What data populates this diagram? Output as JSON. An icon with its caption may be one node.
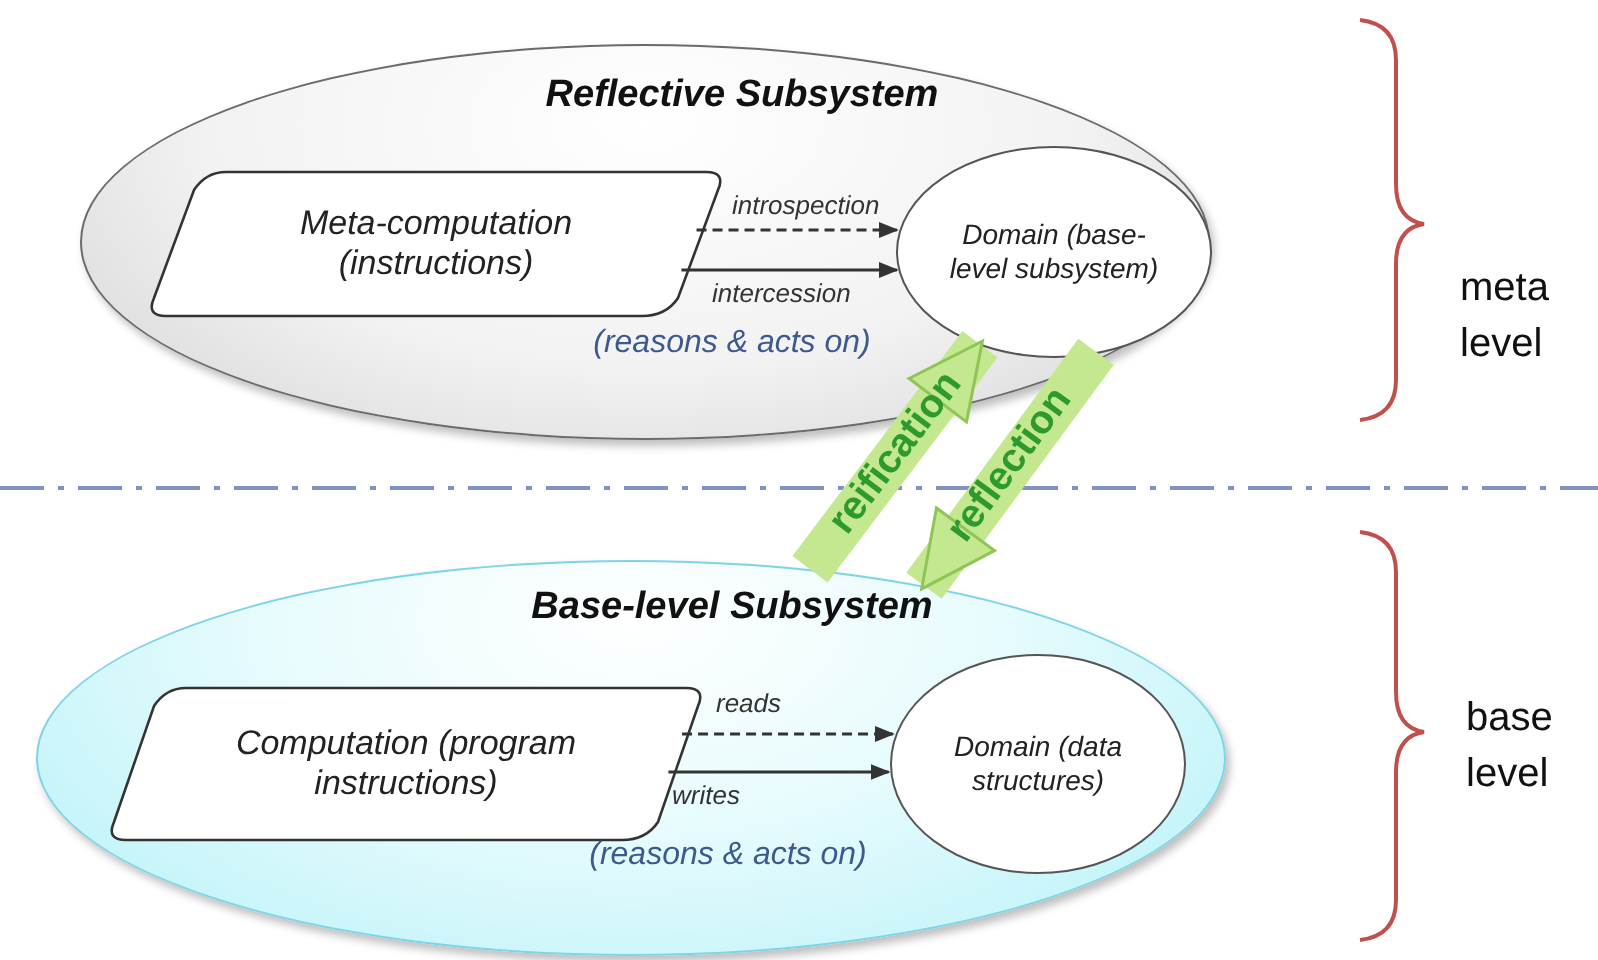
{
  "diagram": {
    "nodes": [
      {
        "text": [
          "Reflective Subsystem",
          "(reasons & acts on)"
        ]
      },
      {
        "text": [
          "Meta-computation (instructions)"
        ],
        "in": 0
      },
      {
        "text": [
          "Domain (base-level subsystem)"
        ],
        "in": 0
      },
      {
        "text": [
          "Base-level Subsystem",
          "(reasons & acts on)"
        ]
      },
      {
        "text": [
          "Computation (program instructions)"
        ],
        "in": 3
      },
      {
        "text": [
          "Domain (data structures)"
        ],
        "in": 3
      }
    ],
    "edges": [
      {
        "from": 1,
        "to": 2,
        "arrow": "to",
        "label": "introspection",
        "style": "dashed"
      },
      {
        "from": 1,
        "to": 2,
        "arrow": "to",
        "label": "intercession"
      },
      {
        "from": 4,
        "to": 5,
        "arrow": "to",
        "label": "reads",
        "style": "dashed"
      },
      {
        "from": 4,
        "to": 5,
        "arrow": "to",
        "label": "writes"
      },
      {
        "from": 3,
        "to": 2,
        "arrow": "to",
        "label": "reification",
        "style": "thick",
        "color": "#c4e88f"
      },
      {
        "from": 2,
        "to": 3,
        "arrow": "to",
        "label": "reflection",
        "style": "thick",
        "color": "#c4e88f"
      }
    ],
    "labels": [
      "meta level",
      "base level"
    ]
  }
}
